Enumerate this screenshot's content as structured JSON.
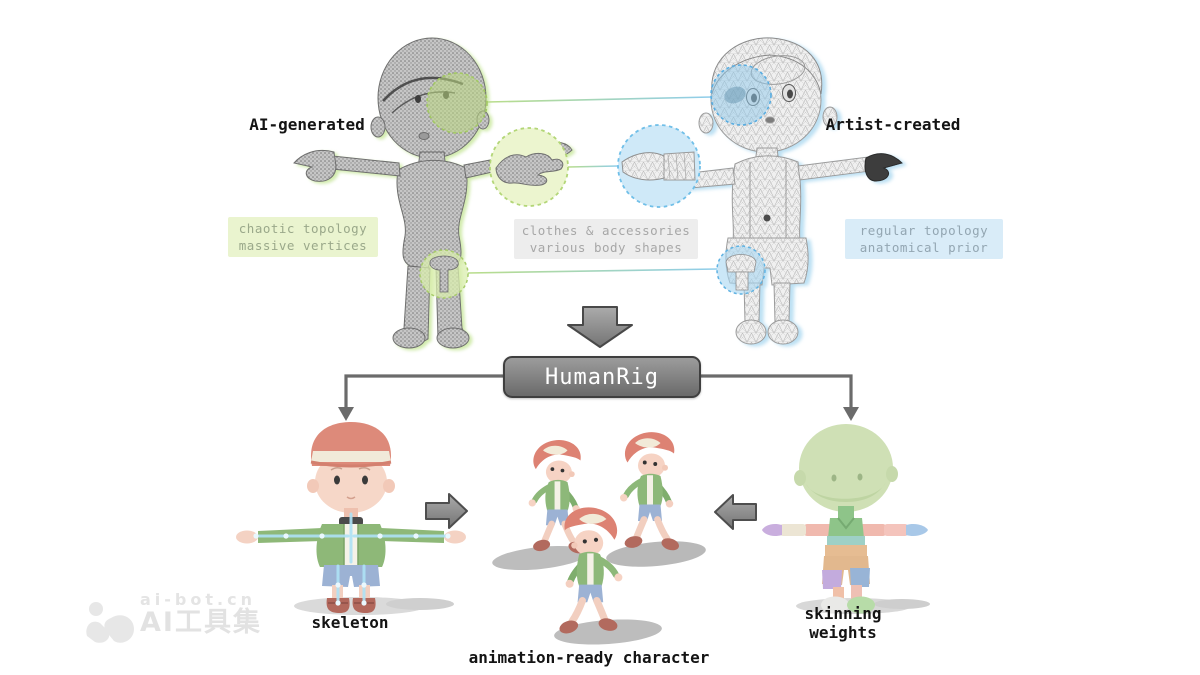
{
  "figure": {
    "left_model_label": "AI-generated",
    "right_model_label": "Artist-created"
  },
  "callouts": {
    "left": {
      "line1": "chaotic topology",
      "line2": "massive vertices"
    },
    "center": {
      "line1": "clothes & accessories",
      "line2": "various body shapes"
    },
    "right": {
      "line1": "regular topology",
      "line2": "anatomical prior"
    }
  },
  "pipeline": {
    "box_label": "HumanRig"
  },
  "outputs": {
    "skeleton_label": "skeleton",
    "animation_label": "animation-ready character",
    "skinning_line1": "skinning",
    "skinning_line2": "weights"
  },
  "watermark": {
    "site": "ai-bot.cn",
    "brand": "AI工具集"
  },
  "colors": {
    "green_highlight_fill": "#e9f4cc",
    "green_highlight_stroke": "#a9cf6d",
    "blue_highlight_fill": "#cfe9f8",
    "blue_highlight_stroke": "#6fbce6",
    "callout_green_bg": "#eaf4cf",
    "callout_gray_bg": "#ededed",
    "callout_blue_bg": "#d9ecf8",
    "humanrig_bg": "#7a7a7a",
    "arrow_gray": "#8a8a8a",
    "cap_red": "#dd8a7a",
    "jacket_green": "#8eb878",
    "shorts_blue": "#9cb2d4",
    "boot_brown": "#b2685c",
    "bone_cyan": "#aee2f6",
    "skin_pink": "#f4d2c3",
    "weights_head_green": "#cfe0b5"
  }
}
